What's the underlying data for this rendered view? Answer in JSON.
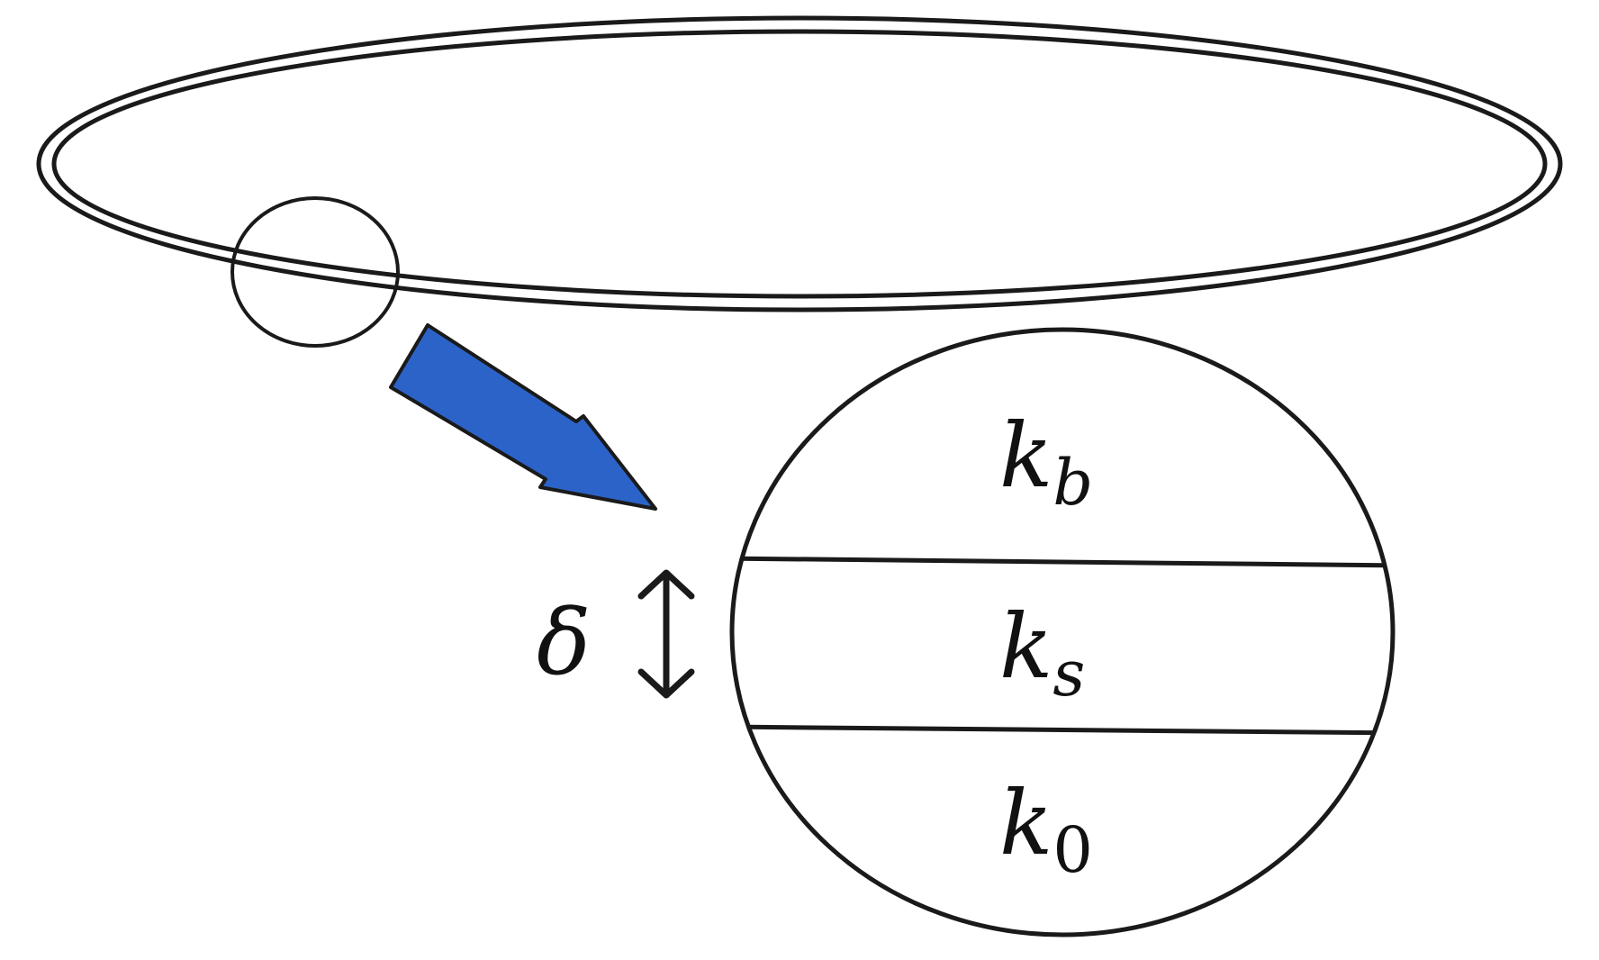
{
  "diagram": {
    "colors": {
      "stroke": "#1a1a1a",
      "arrow_fill": "#2c63c8",
      "arrow_stroke": "#1a1a1a",
      "background": "#ffffff"
    },
    "layers": [
      {
        "symbol": "k",
        "subscript": "b"
      },
      {
        "symbol": "k",
        "subscript": "s"
      },
      {
        "symbol": "k",
        "subscript": "0"
      }
    ],
    "thickness_label": "δ",
    "thickness_arrow_glyph": "double-headed-vertical-arrow",
    "zoom_arrow_icon": "zoom-pointer-arrow-icon"
  }
}
